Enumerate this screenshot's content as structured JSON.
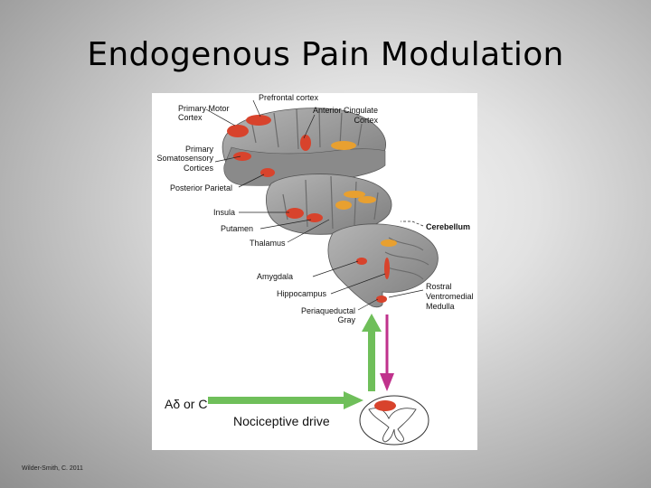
{
  "slide": {
    "title": "Endogenous Pain Modulation",
    "citation": "Wilder-Smith, C. 2011"
  },
  "figure": {
    "labels": {
      "prefrontal_cortex": "Prefrontal cortex",
      "primary_motor_line1": "Primary Motor",
      "primary_motor_line2": "Cortex",
      "anterior_cingulate_line1": "Anterior Cingulate",
      "anterior_cingulate_line2": "Cortex",
      "somatosensory_line1": "Primary",
      "somatosensory_line2": "Somatosensory",
      "somatosensory_line3": "Cortices",
      "posterior_parietal": "Posterior Parietal",
      "insula": "Insula",
      "putamen": "Putamen",
      "thalamus": "Thalamus",
      "cerebellum": "Cerebellum",
      "amygdala": "Amygdala",
      "hippocampus": "Hippocampus",
      "periaqueductal_line1": "Periaqueductal",
      "periaqueductal_line2": "Gray",
      "rvm_line1": "Rostral",
      "rvm_line2": "Ventromedial",
      "rvm_line3": "Medulla",
      "fiber_type": "Aδ or C",
      "nociceptive_drive": "Nociceptive drive"
    },
    "colors": {
      "activation_red": "#d8432c",
      "activation_orange": "#e8a030",
      "ascending_arrow": "#6fbf5a",
      "descending_arrow": "#c0328c",
      "brain_gray": "#9a9a9a"
    }
  }
}
